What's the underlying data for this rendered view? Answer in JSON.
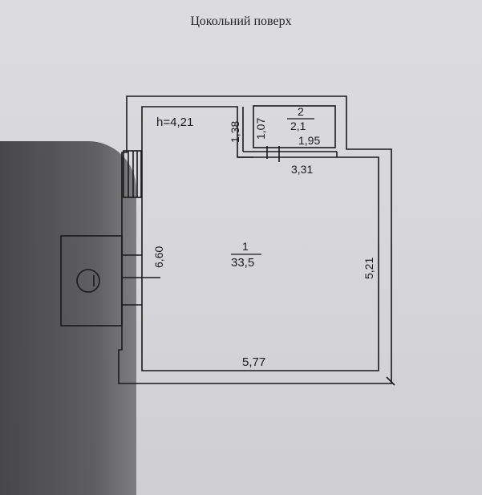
{
  "title": "Цокольний поверх",
  "labels": {
    "height": "h=4,21",
    "wall_left_upper": "1,38",
    "small_room_side": "1,07",
    "small_room_width": "1,95",
    "step_width": "3,31",
    "left_wall": "6,60",
    "right_wall": "5,21",
    "bottom_wall": "5,77"
  },
  "rooms": [
    {
      "number": "1",
      "area": "33,5"
    },
    {
      "number": "2",
      "area": "2,1"
    }
  ],
  "colors": {
    "ink": "#1a1a1a",
    "paper": "#dcdce0",
    "shadow": "#3b3b3e"
  }
}
